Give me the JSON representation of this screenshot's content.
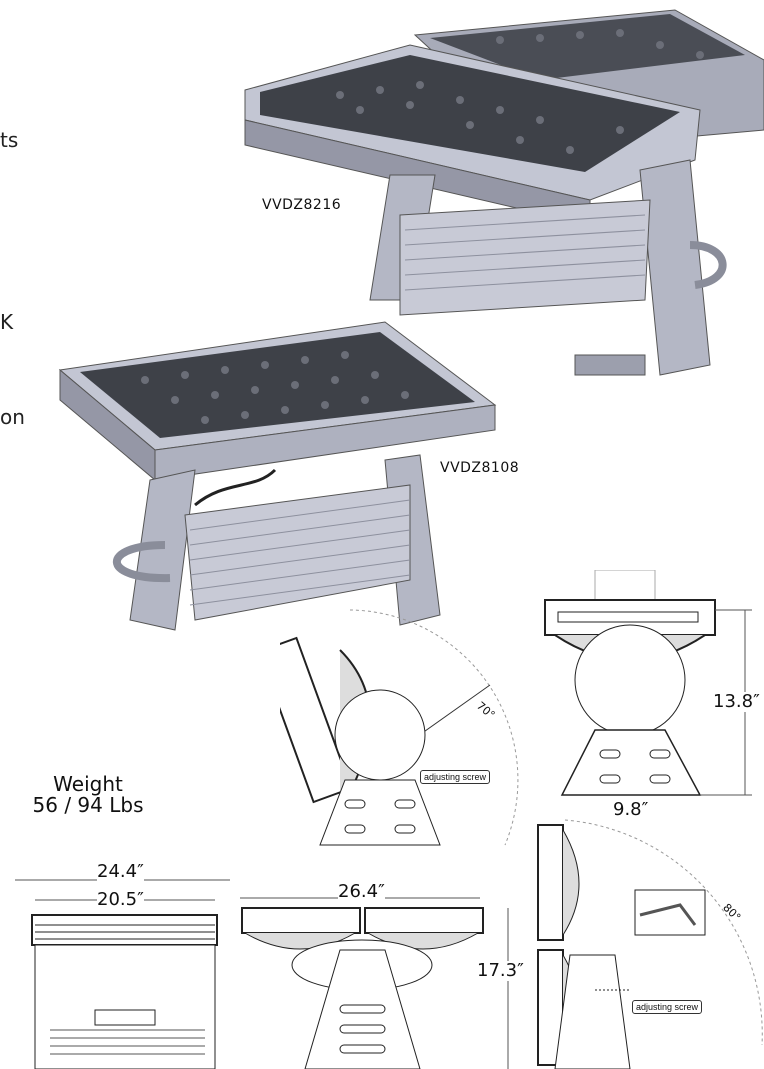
{
  "edge_text": {
    "line1": "ts",
    "line2": "K",
    "line3": "on"
  },
  "products": [
    {
      "model": "VVDZ8216"
    },
    {
      "model": "VVDZ8108"
    }
  ],
  "dimensions": {
    "height_side": "13.8″",
    "base_width": "9.8″",
    "overall_length": "24.4″",
    "inner_length": "20.5″",
    "double_width": "26.4″",
    "double_height": "17.3″"
  },
  "weight": {
    "label": "Weight",
    "value": "56 / 94 Lbs"
  },
  "annotations": {
    "adjusting_screw_1": "adjusting screw",
    "adjusting_screw_2": "adjusting screw",
    "angle_1": "70°",
    "angle_2": "80°"
  },
  "colors": {
    "metal": "#b9bccb",
    "metal_dark": "#6f7282",
    "led": "#3a3d44",
    "line": "#222222"
  }
}
